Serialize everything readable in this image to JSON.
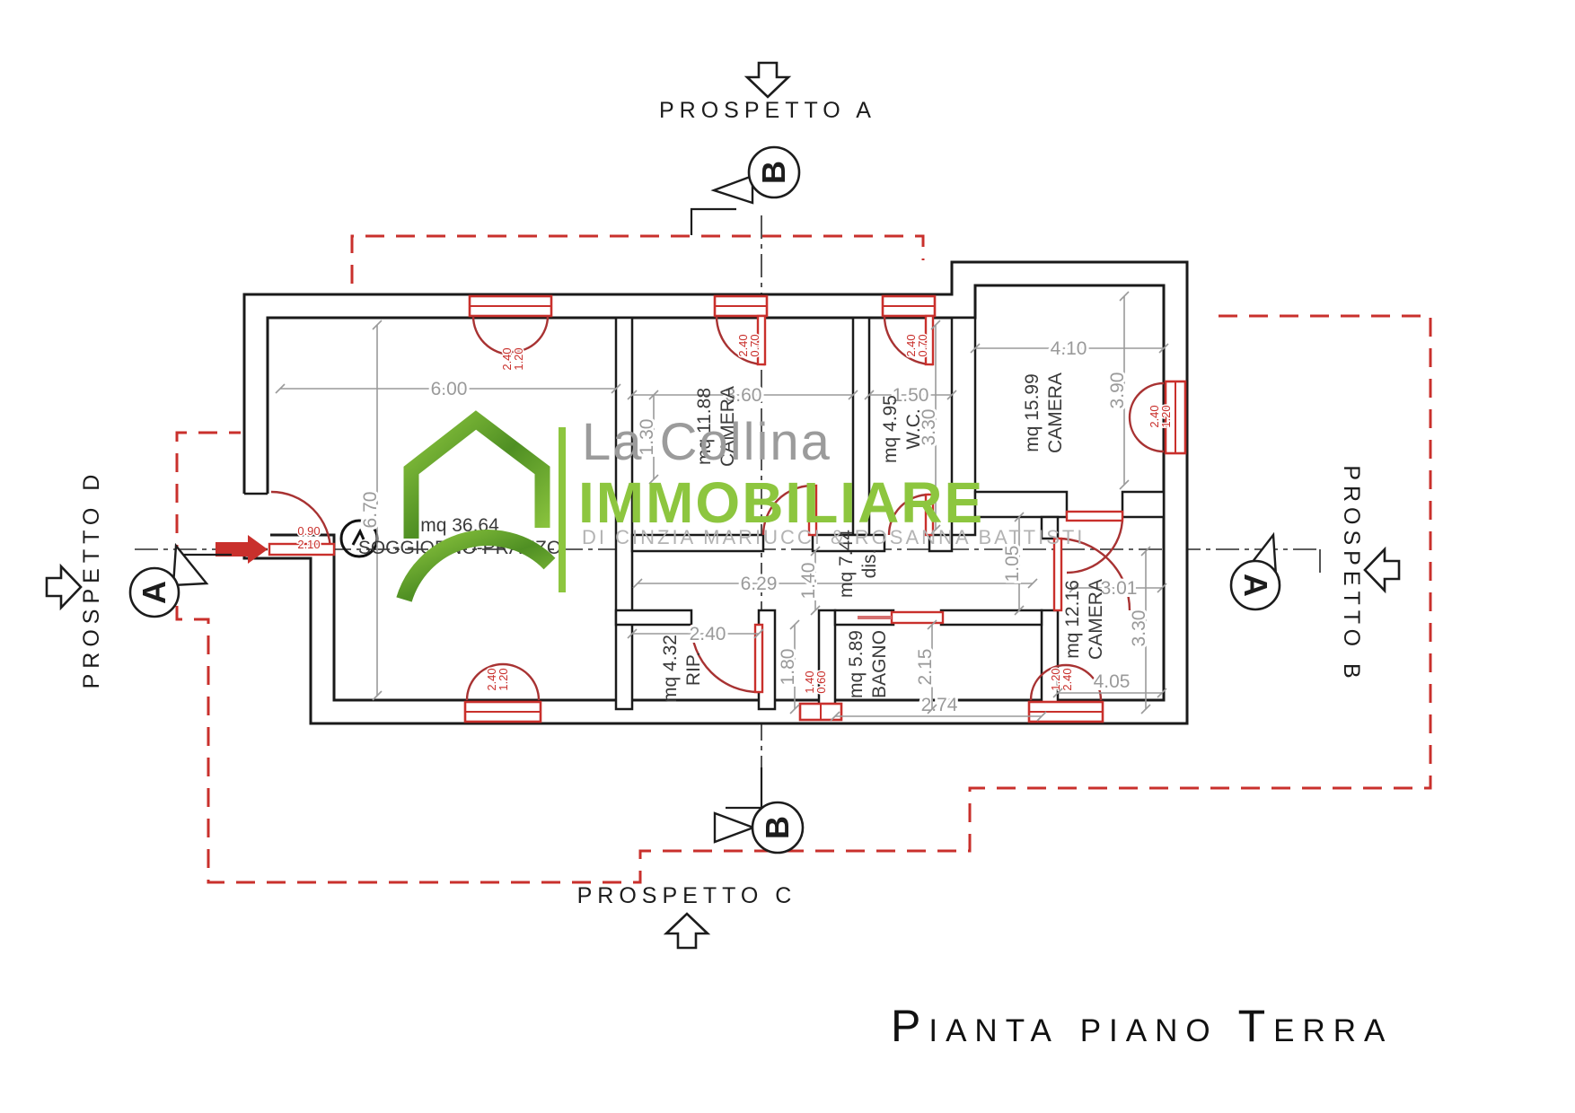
{
  "title": "Pianta piano Terra",
  "elevations": {
    "top": "PROSPETTO A",
    "bottom": "PROSPETTO C",
    "left": "PROSPETTO D",
    "right": "PROSPETTO B"
  },
  "section_markers": {
    "top": "B",
    "bottom": "B",
    "left": "A",
    "right": "A"
  },
  "logo": {
    "name": "La Collina",
    "brand": "IMMOBILIARE",
    "tagline": "DI CINZIA MARIUCCI & ROSANNA BATTISTI"
  },
  "rooms": {
    "soggiorno": {
      "area": "mq 36.64",
      "name": "SOGGIORNO-PRANZO"
    },
    "camera1": {
      "area": "mq 11.88",
      "name": "CAMERA"
    },
    "wc": {
      "area": "mq 4.95",
      "name": "W.C."
    },
    "camera2": {
      "area": "mq 15.99",
      "name": "CAMERA"
    },
    "dis": {
      "area": "mq 7.44",
      "name": "dis."
    },
    "bagno": {
      "area": "mq 5.89",
      "name": "BAGNO"
    },
    "camera3": {
      "area": "mq 12.16",
      "name": "CAMERA"
    },
    "rip": {
      "area": "mq 4.32",
      "name": "RIP."
    }
  },
  "dims": {
    "d600": "6.00",
    "d360": "3.60",
    "d150": "1.50",
    "d410": "4.10",
    "d390": "3.90",
    "d670": "6.70",
    "d130": "1.30",
    "d330_wc": "3.30",
    "d629": "6.29",
    "d140": "1.40",
    "d105": "1.05",
    "d301": "3.01",
    "d240_rip": "2.40",
    "d180": "1.80",
    "d215": "2.15",
    "d274": "2.74",
    "d405": "4.05",
    "d330_cam": "3.30"
  },
  "openings": {
    "win_top_left": [
      "2.40",
      "1.20"
    ],
    "win_camera1": [
      "2.40",
      "0.70"
    ],
    "win_wc": [
      "2.40",
      "0.70"
    ],
    "win_camera2": [
      "2.40",
      "1.20"
    ],
    "door_entrance": [
      "0.90",
      "2.10"
    ],
    "win_soggiorno_bottom": [
      "2.40",
      "1.20"
    ],
    "win_dis_bottom": [
      "1.40",
      "0.60"
    ],
    "win_camera3_bottom": [
      "1.20",
      "2.40"
    ]
  },
  "colors": {
    "red": "#c9302c",
    "dark_red": "#a83232",
    "green": "#8dc63f",
    "dim_gray": "#9a9a9a"
  }
}
